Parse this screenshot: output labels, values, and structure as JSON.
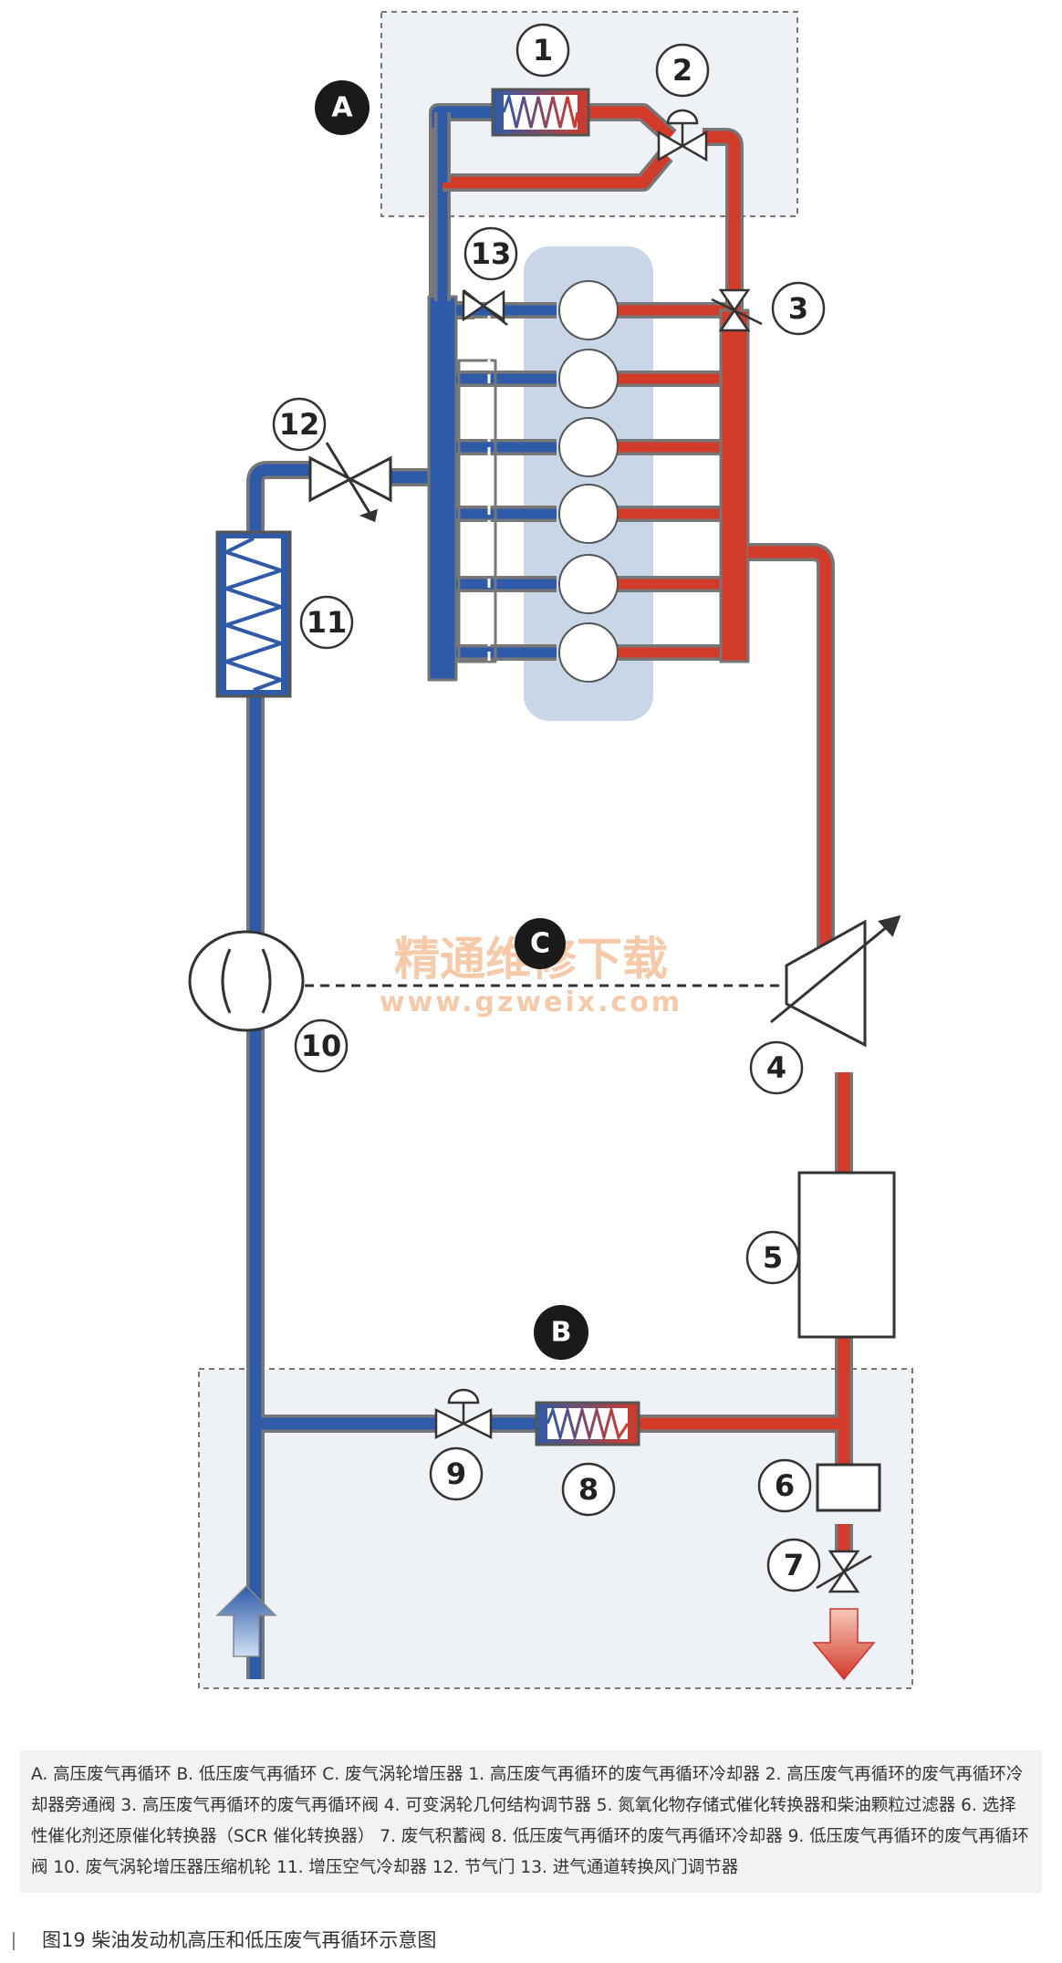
{
  "callouts": {
    "a": "A",
    "b": "B",
    "c": "C",
    "n1": "1",
    "n2": "2",
    "n3": "3",
    "n4": "4",
    "n5": "5",
    "n6": "6",
    "n7": "7",
    "n8": "8",
    "n9": "9",
    "n10": "10",
    "n11": "11",
    "n12": "12",
    "n13": "13"
  },
  "watermark": {
    "line1": "精通维修下载",
    "line2": "www.gzweix.com"
  },
  "legend_text": "A. 高压废气再循环   B. 低压废气再循环   C. 废气涡轮增压器   1. 高压废气再循环的废气再循环冷却器   2. 高压废气再循环的废气再循环冷却器旁通阀   3. 高压废气再循环的废气再循环阀   4. 可变涡轮几何结构调节器   5. 氮氧化物存储式催化转换器和柴油颗粒过滤器   6. 选择性催化剂还原催化转换器（SCR 催化转换器）   7. 废气积蓄阀   8. 低压废气再循环的废气再循环冷却器   9. 低压废气再循环的废气再循环阀   10. 废气涡轮增压器压缩机轮   11. 增压空气冷却器   12. 节气门   13. 进气通道转换风门调节器",
  "caption": "图19   柴油发动机高压和低压废气再循环示意图",
  "colors": {
    "intake": "#2e5aa8",
    "exhaust": "#d23a2a",
    "engine_block": "#c8d6e8",
    "pipe_outline": "#777777"
  }
}
